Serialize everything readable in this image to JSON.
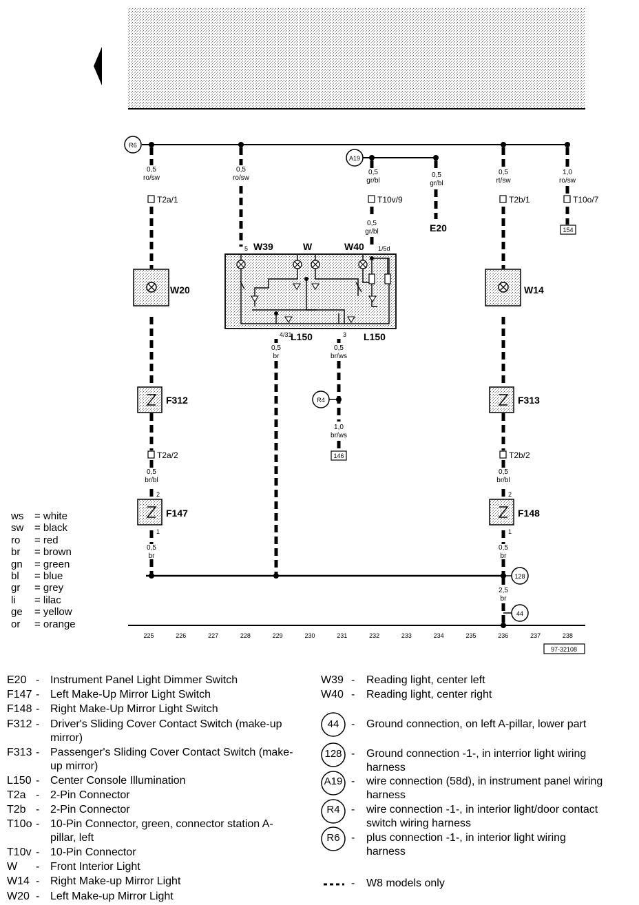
{
  "diagram_id": "97-32108",
  "tracks": [
    "225",
    "226",
    "227",
    "228",
    "229",
    "230",
    "231",
    "232",
    "233",
    "234",
    "235",
    "236",
    "237",
    "238"
  ],
  "connections": {
    "r6": "R6",
    "a19": "A19",
    "r4": "R4",
    "c128": "128",
    "c44": "44"
  },
  "components": {
    "w20": "W20",
    "w14": "W14",
    "f312": "F312",
    "f313": "F313",
    "f147": "F147",
    "f148": "F148",
    "w39": "W39",
    "w": "W",
    "w40": "W40",
    "l150a": "L150",
    "l150b": "L150",
    "e20": "E20"
  },
  "connectors": {
    "t2a1": "T2a/1",
    "t10v9": "T10v/9",
    "t2b1": "T2b/1",
    "t10o7": "T10o/7",
    "t2a2": "T2a/2",
    "t2b2": "T2b/2"
  },
  "refs": {
    "r154": "154",
    "r146": "146"
  },
  "pins": {
    "p5": "5",
    "p15d": "1/5d",
    "p431": "4/31",
    "p3": "3",
    "p2a": "2",
    "p1a": "1",
    "p2b": "2",
    "p1b": "1"
  },
  "wires": {
    "w225a": [
      "0,5",
      "ro/sw"
    ],
    "w228a": [
      "0,5",
      "ro/sw"
    ],
    "w232a": [
      "0,5",
      "gr/bl"
    ],
    "w234a": [
      "0,5",
      "gr/bl"
    ],
    "w236a": [
      "0,5",
      "rt/sw"
    ],
    "w238a": [
      "1,0",
      "ro/sw"
    ],
    "w232b": [
      "0,5",
      "gr/bl"
    ],
    "w229": [
      "0,5",
      "br"
    ],
    "w231a": [
      "0,5",
      "br/ws"
    ],
    "w231b": [
      "1,0",
      "br/ws"
    ],
    "w225b": [
      "0,5",
      "br/bl"
    ],
    "w236b": [
      "0,5",
      "br/bl"
    ],
    "w225c": [
      "0,5",
      "br"
    ],
    "w236c": [
      "0,5",
      "br"
    ],
    "w236d": [
      "2,5",
      "br"
    ]
  },
  "color_legend": [
    {
      "code": "ws",
      "name": "white"
    },
    {
      "code": "sw",
      "name": "black"
    },
    {
      "code": "ro",
      "name": "red"
    },
    {
      "code": "br",
      "name": "brown"
    },
    {
      "code": "gn",
      "name": "green"
    },
    {
      "code": "bl",
      "name": "blue"
    },
    {
      "code": "gr",
      "name": "grey"
    },
    {
      "code": "li",
      "name": "lilac"
    },
    {
      "code": "ge",
      "name": "yellow"
    },
    {
      "code": "or",
      "name": "orange"
    }
  ],
  "parts_left": [
    {
      "code": "E20",
      "text": "Instrument Panel Light Dimmer Switch"
    },
    {
      "code": "F147",
      "text": "Left Make-Up Mirror Light Switch"
    },
    {
      "code": "F148",
      "text": "Right Make-Up Mirror Light Switch"
    },
    {
      "code": "F312",
      "text": "Driver's Sliding Cover Contact Switch (make-up mirror)"
    },
    {
      "code": "F313",
      "text": "Passenger's Sliding Cover Contact Switch (make-up mirror)"
    },
    {
      "code": "L150",
      "text": "Center Console Illumination"
    },
    {
      "code": "T2a",
      "text": "2-Pin Connector"
    },
    {
      "code": "T2b",
      "text": "2-Pin Connector"
    },
    {
      "code": "T10o",
      "text": "10-Pin Connector, green, connector station A-pillar, left"
    },
    {
      "code": "T10v",
      "text": "10-Pin Connector"
    },
    {
      "code": "W",
      "text": "Front Interior Light"
    },
    {
      "code": "W14",
      "text": "Right Make-up Mirror Light"
    },
    {
      "code": "W20",
      "text": "Left Make-up Mirror Light"
    }
  ],
  "parts_right": [
    {
      "code": "W39",
      "text": "Reading light, center left"
    },
    {
      "code": "W40",
      "text": "Reading light, center right"
    },
    {
      "code": "44",
      "text": "Ground connection, on left A-pillar, lower part"
    },
    {
      "code": "128",
      "text": "Ground connection -1-, in interrior light wiring harness"
    },
    {
      "code": "A19",
      "text": "wire connection (58d), in instrument panel wiring harness"
    },
    {
      "code": "R4",
      "text": "wire connection -1-, in interior light/door contact switch wiring harness"
    },
    {
      "code": "R6",
      "text": "plus connection -1-, in interior light wiring harness"
    },
    {
      "code": "---",
      "text": "W8 models only"
    }
  ],
  "colors": {
    "ink": "#000000",
    "stipple": "#bdbdbd"
  }
}
